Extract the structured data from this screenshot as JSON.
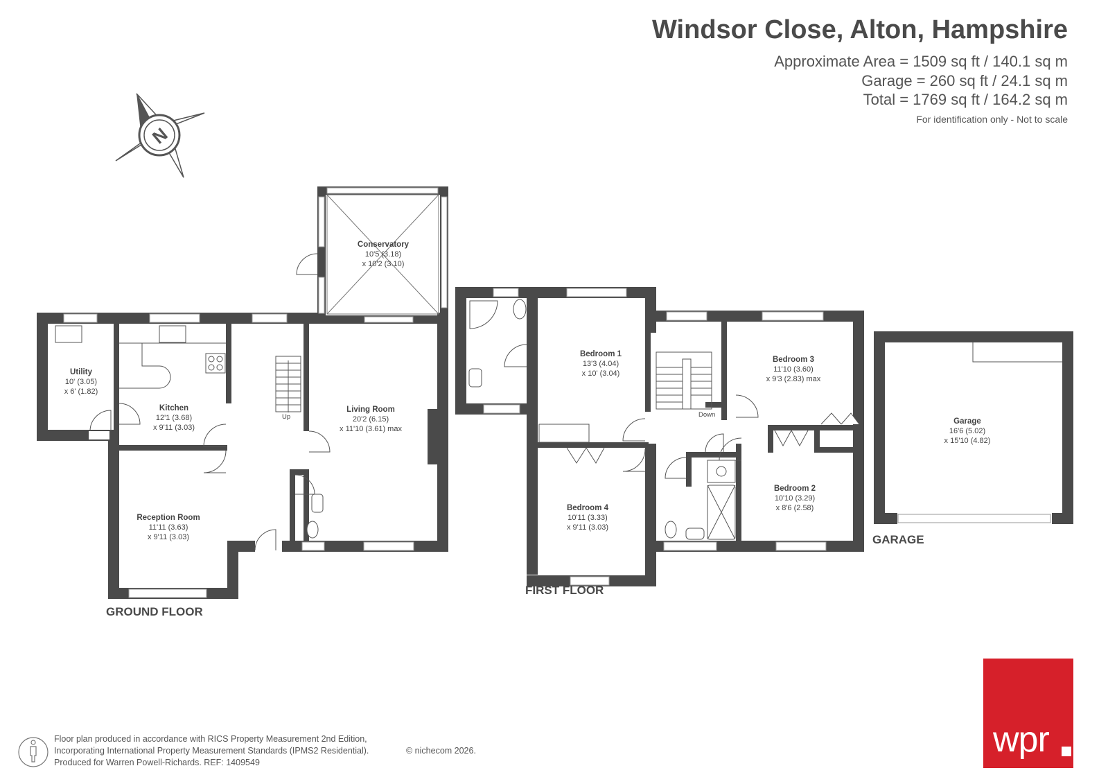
{
  "header": {
    "title": "Windsor Close, Alton, Hampshire",
    "area": "Approximate Area = 1509 sq ft / 140.1 sq m",
    "garage": "Garage = 260 sq ft / 24.1 sq m",
    "total": "Total = 1769 sq ft / 164.2 sq m",
    "note": "For identification only - Not to scale"
  },
  "compass": {
    "letter": "N",
    "icon": "north-compass-icon"
  },
  "floors": {
    "ground": "GROUND FLOOR",
    "first": "FIRST FLOOR",
    "garage": "GARAGE"
  },
  "rooms": {
    "conservatory": {
      "name": "Conservatory",
      "dim1": "10'5 (3.18)",
      "dim2": "x 10'2 (3.10)"
    },
    "utility": {
      "name": "Utility",
      "dim1": "10' (3.05)",
      "dim2": "x 6' (1.82)"
    },
    "kitchen": {
      "name": "Kitchen",
      "dim1": "12'1 (3.68)",
      "dim2": "x 9'11 (3.03)"
    },
    "living": {
      "name": "Living Room",
      "dim1": "20'2 (6.15)",
      "dim2": "x 11'10 (3.61) max"
    },
    "reception": {
      "name": "Reception Room",
      "dim1": "11'11 (3.63)",
      "dim2": "x 9'11 (3.03)"
    },
    "bedroom1": {
      "name": "Bedroom 1",
      "dim1": "13'3 (4.04)",
      "dim2": "x 10' (3.04)"
    },
    "bedroom2": {
      "name": "Bedroom 2",
      "dim1": "10'10 (3.29)",
      "dim2": "x 8'6 (2.58)"
    },
    "bedroom3": {
      "name": "Bedroom 3",
      "dim1": "11'10 (3.60)",
      "dim2": "x 9'3 (2.83) max"
    },
    "bedroom4": {
      "name": "Bedroom 4",
      "dim1": "10'11 (3.33)",
      "dim2": "x 9'11 (3.03)"
    },
    "garage": {
      "name": "Garage",
      "dim1": "16'6 (5.02)",
      "dim2": "x 15'10 (4.82)"
    }
  },
  "stairs": {
    "up": "Up",
    "down": "Down"
  },
  "footer": {
    "line1": "Floor plan produced in accordance with RICS Property Measurement 2nd Edition,",
    "line2": "Incorporating International Property Measurement Standards (IPMS2 Residential).",
    "line3": "Produced for Warren Powell-Richards.   REF: 1409549",
    "copyright": "© nichecom 2026.",
    "icon": "person-scale-icon"
  },
  "logo": {
    "text": "wpr",
    "color": "#d6202a"
  },
  "colors": {
    "wall": "#4a4a4a",
    "window": "#9a9a9a"
  }
}
